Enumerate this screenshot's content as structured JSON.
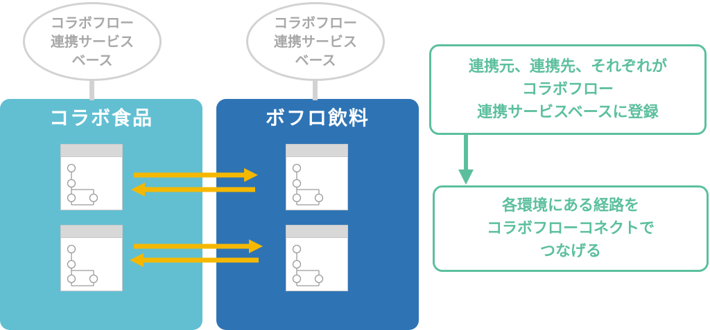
{
  "service_bases": [
    {
      "lines": [
        "コラボフロー",
        "連携サービス",
        "ベース"
      ]
    },
    {
      "lines": [
        "コラボフロー",
        "連携サービス",
        "ベース"
      ]
    }
  ],
  "environments": [
    {
      "title": "コラボ食品",
      "color": "#62bfd2"
    },
    {
      "title": "ボフロ飲料",
      "color": "#2e74b5"
    }
  ],
  "arrow_color": "#f5b800",
  "step_color": "#5bbf9d",
  "steps": [
    {
      "lines": [
        "連携元、連携先、それぞれが",
        "コラボフロー",
        "連携サービスベースに登録"
      ]
    },
    {
      "lines": [
        "各環境にある経路を",
        "コラボフローコネクトで",
        "つなげる"
      ]
    }
  ]
}
